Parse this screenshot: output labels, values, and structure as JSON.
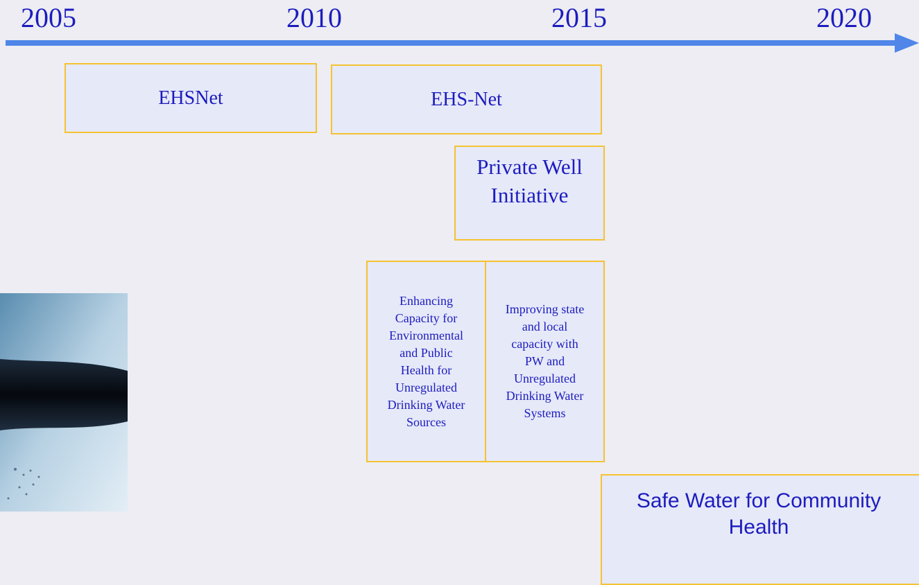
{
  "timeline": {
    "years": [
      "2005",
      "2010",
      "2015",
      "2020"
    ]
  },
  "boxes": {
    "ehsnet_1": "EHSNet",
    "ehsnet_2": "EHS-Net",
    "private_well": "Private Well\nInitiative",
    "enhancing": "Enhancing\nCapacity for\nEnvironmental\nand Public\nHealth for\nUnregulated\nDrinking Water\nSources",
    "improving": "Improving state\nand local\ncapacity with\nPW and\nUnregulated\nDrinking Water\nSystems",
    "safe_water": "Safe Water for Community\nHealth"
  },
  "colors": {
    "text": "#1c1cbe",
    "arrow": "#4f86e8",
    "box_border": "#f6c230",
    "box_fill": "#e6e9f8",
    "background": "#ededf3"
  }
}
